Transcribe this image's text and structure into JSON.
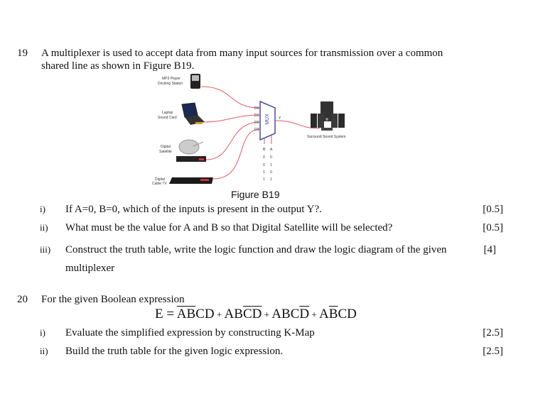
{
  "q19": {
    "number": "19",
    "text_line1": "A multiplexer is used to accept data from many input sources for transmission over a common",
    "text_line2": "shared line as shown in Figure B19.",
    "figure": {
      "caption": "Figure B19",
      "devices": [
        "MP3 Player",
        "Docking Station",
        "Laptop",
        "Sound Card",
        "Digital",
        "Satellite",
        "Digital",
        "Cable TV"
      ],
      "mux_label": "MUX",
      "inputs": [
        "D0",
        "D1",
        "D2",
        "D3"
      ],
      "output": "Y",
      "output_device": "Surround Sound System",
      "select_headers": [
        "B",
        "A"
      ],
      "select_rows": [
        [
          "0",
          "0"
        ],
        [
          "0",
          "1"
        ],
        [
          "1",
          "0"
        ],
        [
          "1",
          "1"
        ]
      ],
      "wire_color": "#e05a6a",
      "mux_color": "#4a4aa8"
    },
    "parts": [
      {
        "label": "i)",
        "text": "If A=0, B=0, which of the inputs is present in the output Y?.",
        "marks": "[0.5]"
      },
      {
        "label": "ii)",
        "text": "What must be the value for A and B so that Digital Satellite will be selected?",
        "marks": "[0.5]"
      },
      {
        "label": "iii)",
        "text": "Construct the truth table, write the logic function and draw the logic diagram of the given",
        "text2": "multiplexer",
        "marks": "[4]"
      }
    ]
  },
  "q20": {
    "number": "20",
    "text": "For the given Boolean expression",
    "expression": {
      "lhs": "E",
      "eq": "=",
      "plus": "+",
      "terms": [
        [
          {
            "c": "A",
            "bar": true
          },
          {
            "c": "B",
            "bar": true
          },
          {
            "c": "C",
            "bar": false
          },
          {
            "c": "D",
            "bar": false
          }
        ],
        [
          {
            "c": "A",
            "bar": false
          },
          {
            "c": "B",
            "bar": false
          },
          {
            "c": "C",
            "bar": true
          },
          {
            "c": "D",
            "bar": true
          }
        ],
        [
          {
            "c": "A",
            "bar": false
          },
          {
            "c": "B",
            "bar": false
          },
          {
            "c": "C",
            "bar": false
          },
          {
            "c": "D",
            "bar": true
          }
        ],
        [
          {
            "c": "A",
            "bar": false
          },
          {
            "c": "B",
            "bar": true
          },
          {
            "c": "C",
            "bar": false
          },
          {
            "c": "D",
            "bar": false
          }
        ]
      ]
    },
    "parts": [
      {
        "label": "i)",
        "text": "Evaluate the simplified expression by constructing K-Map",
        "marks": "[2.5]"
      },
      {
        "label": "ii)",
        "text": "Build the truth table for the given logic expression.",
        "marks": "[2.5]"
      }
    ]
  }
}
